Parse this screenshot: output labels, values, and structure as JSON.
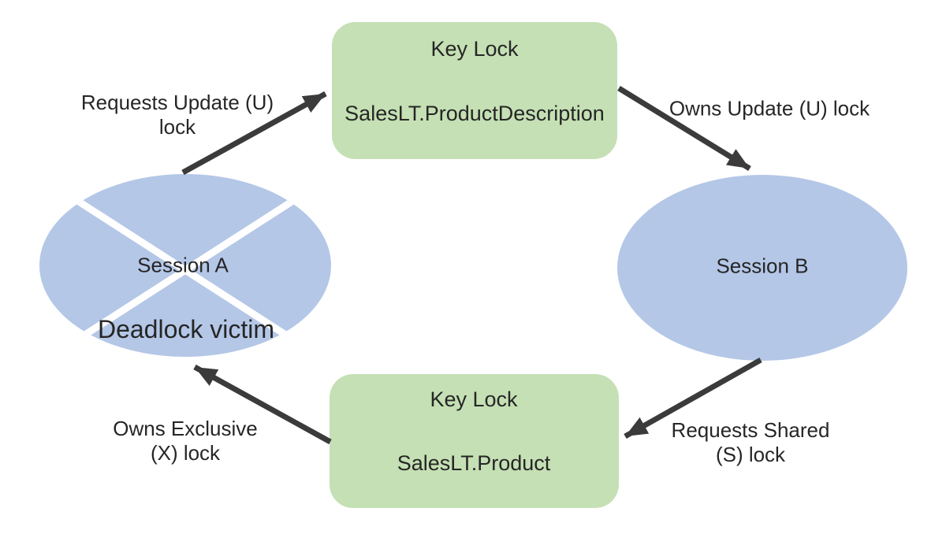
{
  "diagram": {
    "type": "deadlock-cycle-diagram",
    "colors": {
      "lock_box_fill": "#c5e0b4",
      "session_fill": "#b4c7e7",
      "arrow": "#3b3b3b",
      "text": "#262626",
      "cross": "#ffffff",
      "background": "#ffffff"
    },
    "nodes": {
      "lock_top": {
        "title": "Key Lock",
        "resource": "SalesLT.ProductDescription"
      },
      "lock_bottom": {
        "title": "Key Lock",
        "resource": "SalesLT.Product"
      },
      "session_a": {
        "label": "Session A",
        "status": "Deadlock victim"
      },
      "session_b": {
        "label": "Session B"
      }
    },
    "edges": [
      {
        "from": "session_a",
        "to": "lock_top",
        "label_line1": "Requests Update (U)",
        "label_line2": "lock"
      },
      {
        "from": "lock_top",
        "to": "session_b",
        "label_line1": "Owns Update (U) lock"
      },
      {
        "from": "session_b",
        "to": "lock_bottom",
        "label_line1": "Requests Shared",
        "label_line2": "(S) lock"
      },
      {
        "from": "lock_bottom",
        "to": "session_a",
        "label_line1": "Owns Exclusive",
        "label_line2": "(X) lock"
      }
    ]
  }
}
